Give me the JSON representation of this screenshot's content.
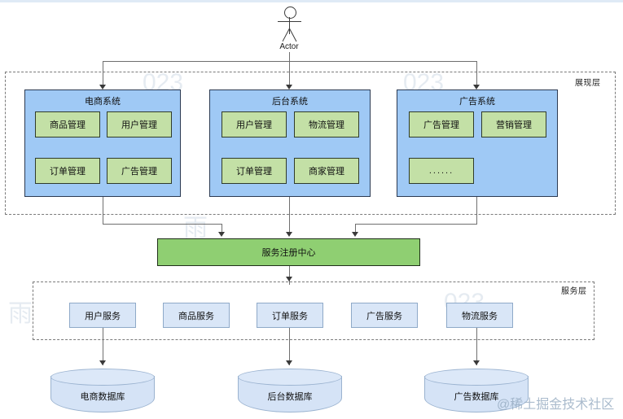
{
  "actor": {
    "label": "Actor",
    "icon": "person-stick-figure-icon"
  },
  "layers": [
    {
      "id": "presentation",
      "label": "展现层"
    },
    {
      "id": "service",
      "label": "服务层"
    }
  ],
  "systems": [
    {
      "title": "电商系统",
      "modules": [
        "商品管理",
        "用户管理",
        "订单管理",
        "广告管理"
      ]
    },
    {
      "title": "后台系统",
      "modules": [
        "用户管理",
        "物流管理",
        "订单管理",
        "商家管理"
      ]
    },
    {
      "title": "广告系统",
      "modules": [
        "广告管理",
        "营销管理",
        "......"
      ]
    }
  ],
  "registry": {
    "label": "服务注册中心"
  },
  "services": [
    {
      "label": "用户服务"
    },
    {
      "label": "商品服务"
    },
    {
      "label": "订单服务"
    },
    {
      "label": "广告服务"
    },
    {
      "label": "物流服务"
    }
  ],
  "databases": [
    {
      "label": "电商数据库"
    },
    {
      "label": "后台数据库"
    },
    {
      "label": "广告数据库"
    }
  ],
  "watermarks": {
    "brand": "@稀土掘金技术社区",
    "faint_a": "雨",
    "faint_b": "023",
    "faint_c": "雨",
    "faint_d": "023"
  },
  "colors": {
    "system_fill": "#9fc9f5",
    "module_fill": "#c3e0a6",
    "registry_fill": "#8fcf72",
    "service_fill": "#d9e6f7",
    "db_fill": "#d5e3f6",
    "connector": "#6f6f6f",
    "layer_border": "#7a7a7a"
  }
}
